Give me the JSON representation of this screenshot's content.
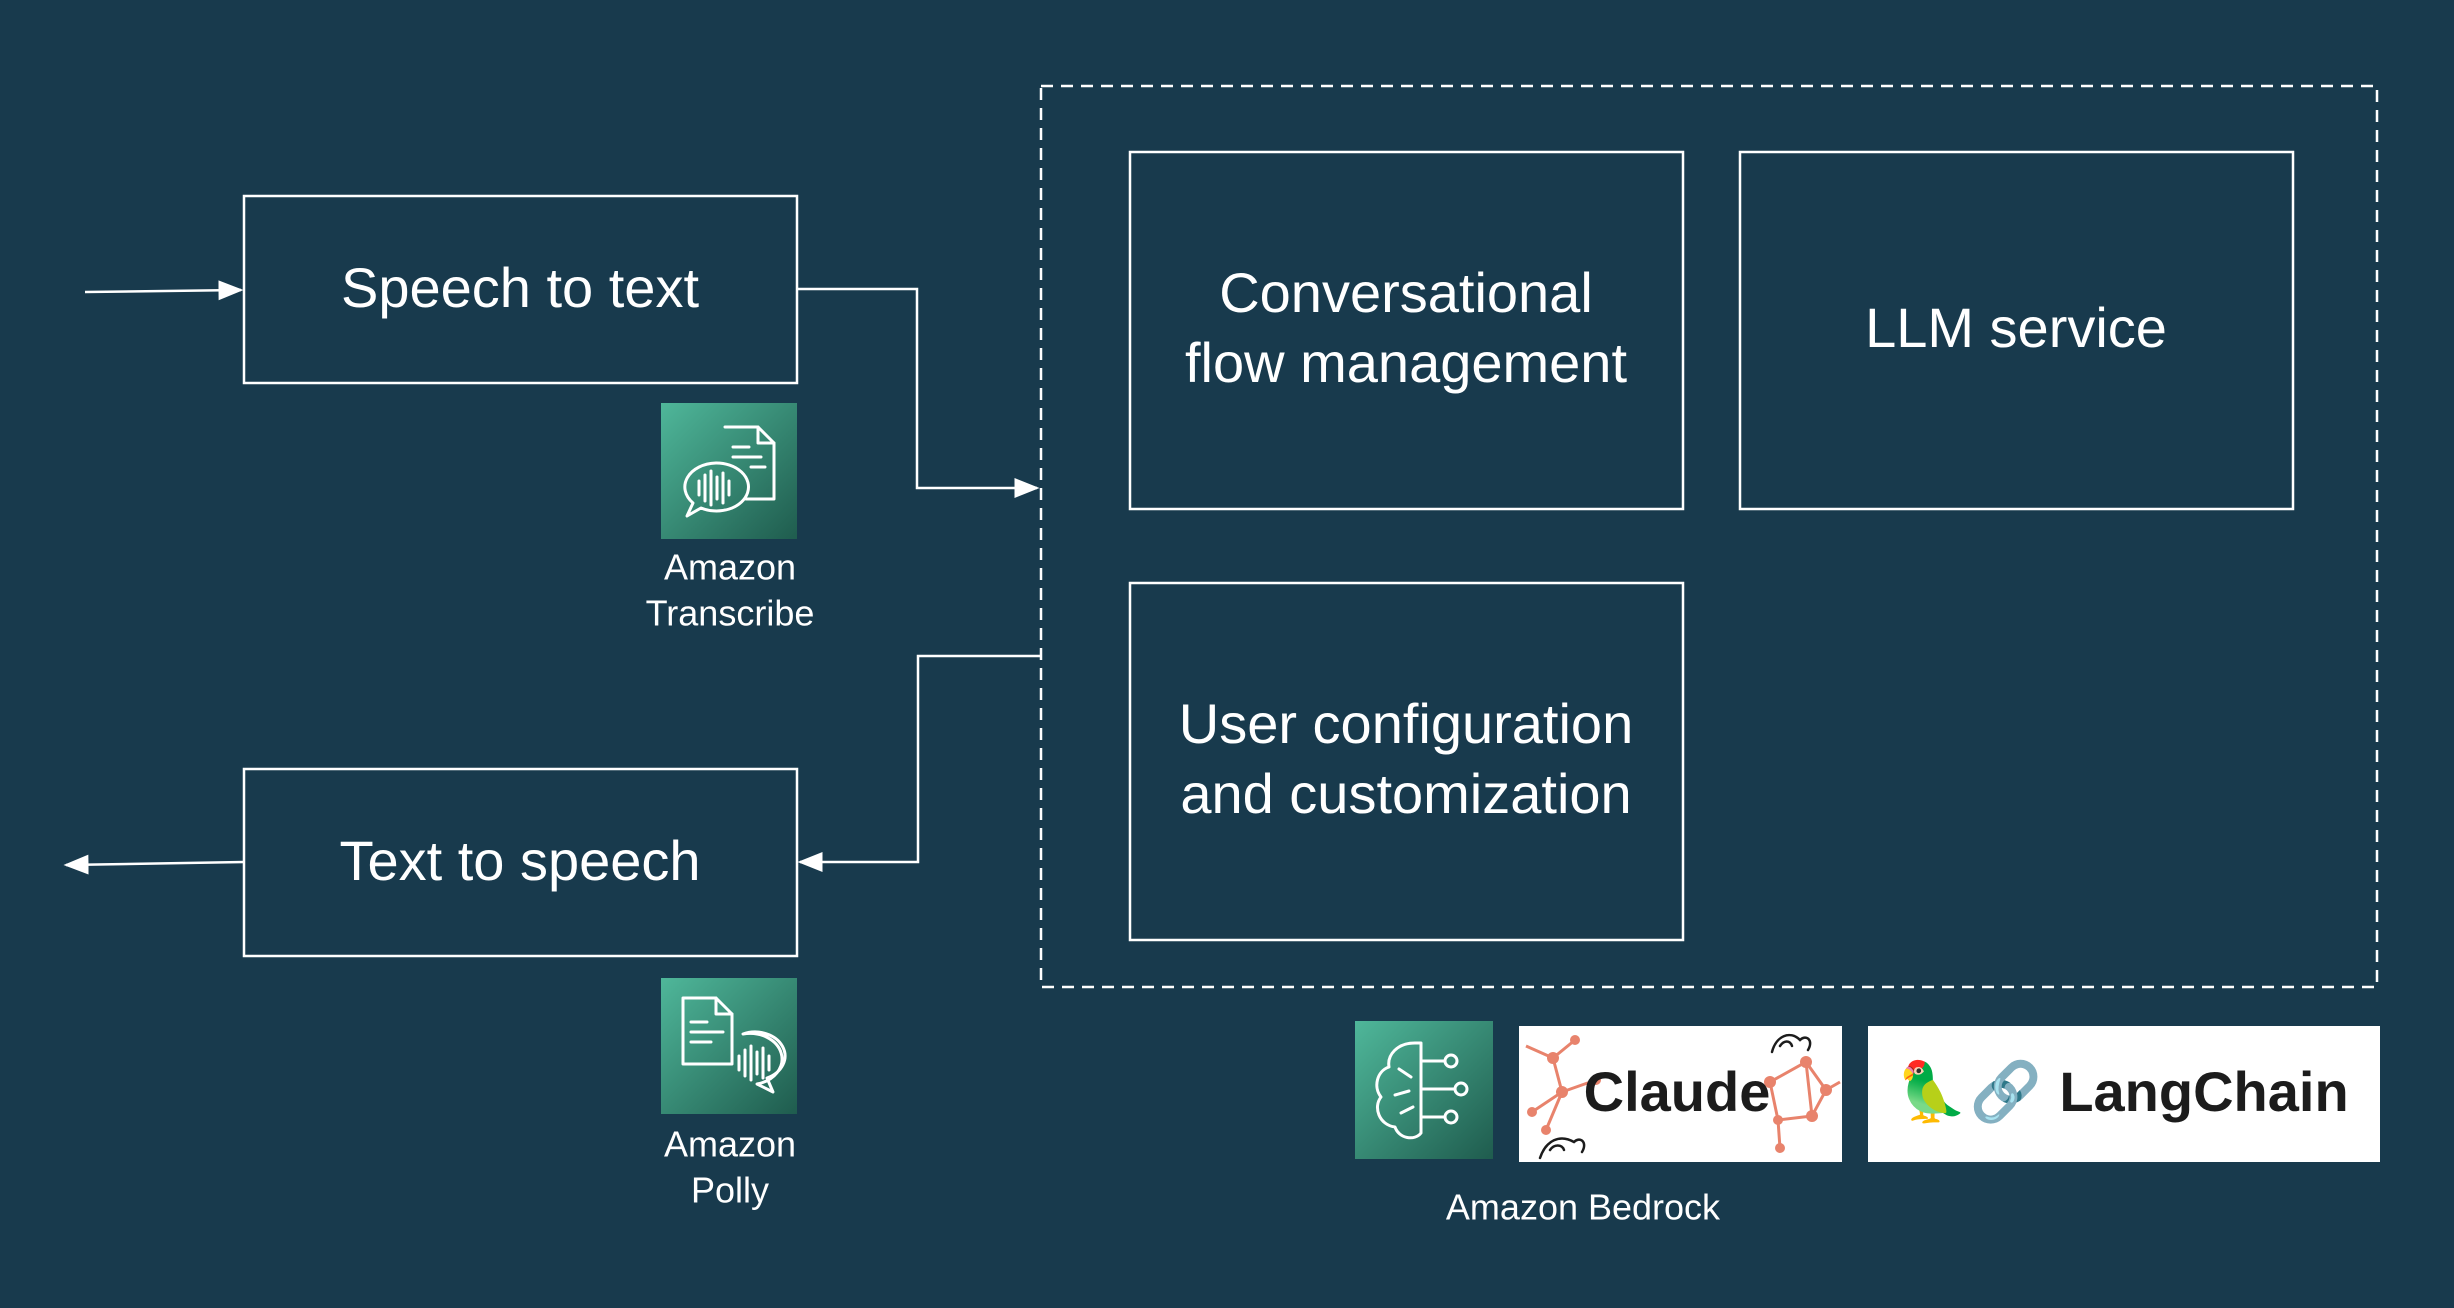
{
  "colors": {
    "background": "#183a4d",
    "stroke": "#ffffff",
    "aws_icon_top": "#4fb79a",
    "aws_icon_bottom": "#1f5c4e",
    "claude_accent": "#e8836c",
    "logo_bg": "#ffffff",
    "logo_text": "#1c1c1c"
  },
  "boxes": {
    "speech_to_text": "Speech to text",
    "text_to_speech": "Text to speech",
    "conversational_line1": "Conversational",
    "conversational_line2": "flow management",
    "llm_service": "LLM service",
    "user_config_line1": "User configuration",
    "user_config_line2": "and customization"
  },
  "services": {
    "transcribe": {
      "line1": "Amazon",
      "line2": "Transcribe",
      "icon": "transcribe-icon"
    },
    "polly": {
      "line1": "Amazon",
      "line2": "Polly",
      "icon": "polly-icon"
    },
    "bedrock": {
      "label": "Amazon Bedrock",
      "icon": "bedrock-icon"
    }
  },
  "logos": {
    "claude": "Claude",
    "langchain": "LangChain",
    "langchain_parrot": "🦜",
    "langchain_chain": "🔗"
  }
}
